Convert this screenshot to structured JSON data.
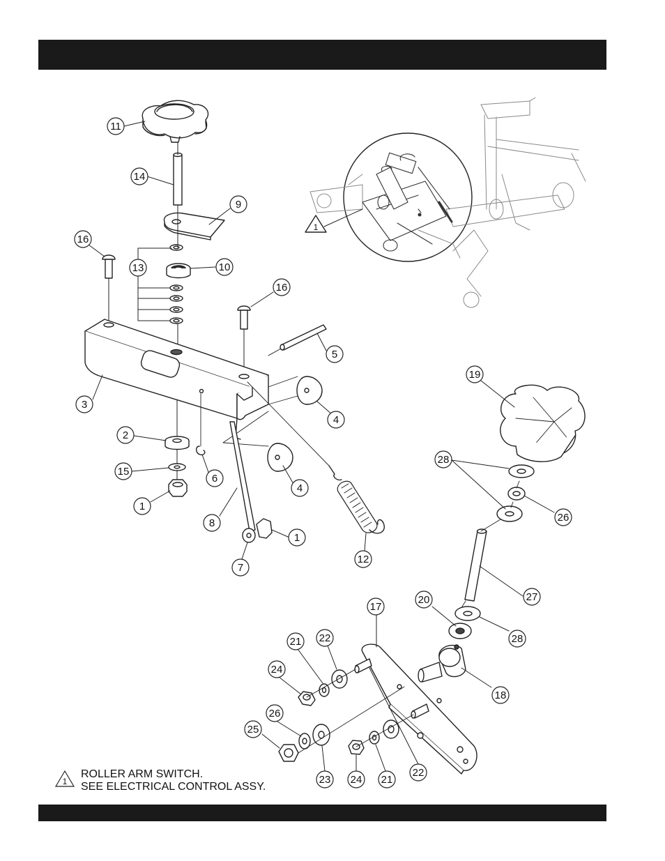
{
  "header": {
    "title": ""
  },
  "footer": {
    "text": ""
  },
  "note": {
    "symbol": "1",
    "line1": "ROLLER ARM SWITCH.",
    "line2": "SEE ELECTRICAL CONTROL ASSY."
  },
  "inset": {
    "symbol": "1"
  },
  "callouts": [
    {
      "id": "c11a",
      "label": "11"
    },
    {
      "id": "c14",
      "label": "14"
    },
    {
      "id": "c9",
      "label": "9"
    },
    {
      "id": "c16a",
      "label": "16"
    },
    {
      "id": "c13",
      "label": "13"
    },
    {
      "id": "c10",
      "label": "10"
    },
    {
      "id": "c16b",
      "label": "16"
    },
    {
      "id": "c5",
      "label": "5"
    },
    {
      "id": "c3",
      "label": "3"
    },
    {
      "id": "c4a",
      "label": "4"
    },
    {
      "id": "c2",
      "label": "2"
    },
    {
      "id": "c6",
      "label": "6"
    },
    {
      "id": "c15",
      "label": "15"
    },
    {
      "id": "c4b",
      "label": "4"
    },
    {
      "id": "c1a",
      "label": "1"
    },
    {
      "id": "c8",
      "label": "8"
    },
    {
      "id": "c1b",
      "label": "1"
    },
    {
      "id": "c7",
      "label": "7"
    },
    {
      "id": "c12",
      "label": "12"
    },
    {
      "id": "c19",
      "label": "19"
    },
    {
      "id": "c28a",
      "label": "28"
    },
    {
      "id": "c26a",
      "label": "26"
    },
    {
      "id": "c27",
      "label": "27"
    },
    {
      "id": "c17",
      "label": "17"
    },
    {
      "id": "c20",
      "label": "20"
    },
    {
      "id": "c28b",
      "label": "28"
    },
    {
      "id": "c21a",
      "label": "21"
    },
    {
      "id": "c22a",
      "label": "22"
    },
    {
      "id": "c24a",
      "label": "24"
    },
    {
      "id": "c18",
      "label": "18"
    },
    {
      "id": "c26b",
      "label": "26"
    },
    {
      "id": "c25",
      "label": "25"
    },
    {
      "id": "c23",
      "label": "23"
    },
    {
      "id": "c24b",
      "label": "24"
    },
    {
      "id": "c21b",
      "label": "21"
    },
    {
      "id": "c22b",
      "label": "22"
    }
  ]
}
